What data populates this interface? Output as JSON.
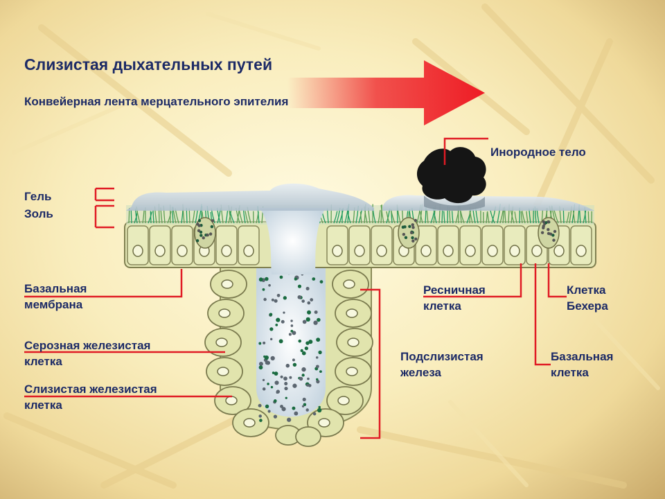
{
  "title": "Слизистая дыхательных путей",
  "subtitle": "Конвейерная лента мерцательного эпителия",
  "labels": {
    "foreign_body": "Инородное тело",
    "gel": "Гель",
    "sol": "Золь",
    "basement_membrane": [
      "Базальная",
      "мембрана"
    ],
    "serous_gland_cell": [
      "Серозная железистая",
      "клетка"
    ],
    "mucous_gland_cell": [
      "Слизистая железистая",
      "клетка"
    ],
    "ciliated_cell": [
      "Ресничная",
      "клетка"
    ],
    "goblet_cell": [
      "Клетка",
      "Бехера"
    ],
    "submucosal_gland": [
      "Подслизистая",
      "железа"
    ],
    "basal_cell": [
      "Базальная",
      "клетка"
    ]
  },
  "colors": {
    "label_text": "#1c2a66",
    "leader_lines": "#e01b24",
    "arrow": "#ee1c25",
    "cell_fill": "#e3e6b4",
    "cilia": "#1e9b5e",
    "mucus": "#cdd9e3"
  },
  "flow_arrow_icon": "arrow-right-icon"
}
